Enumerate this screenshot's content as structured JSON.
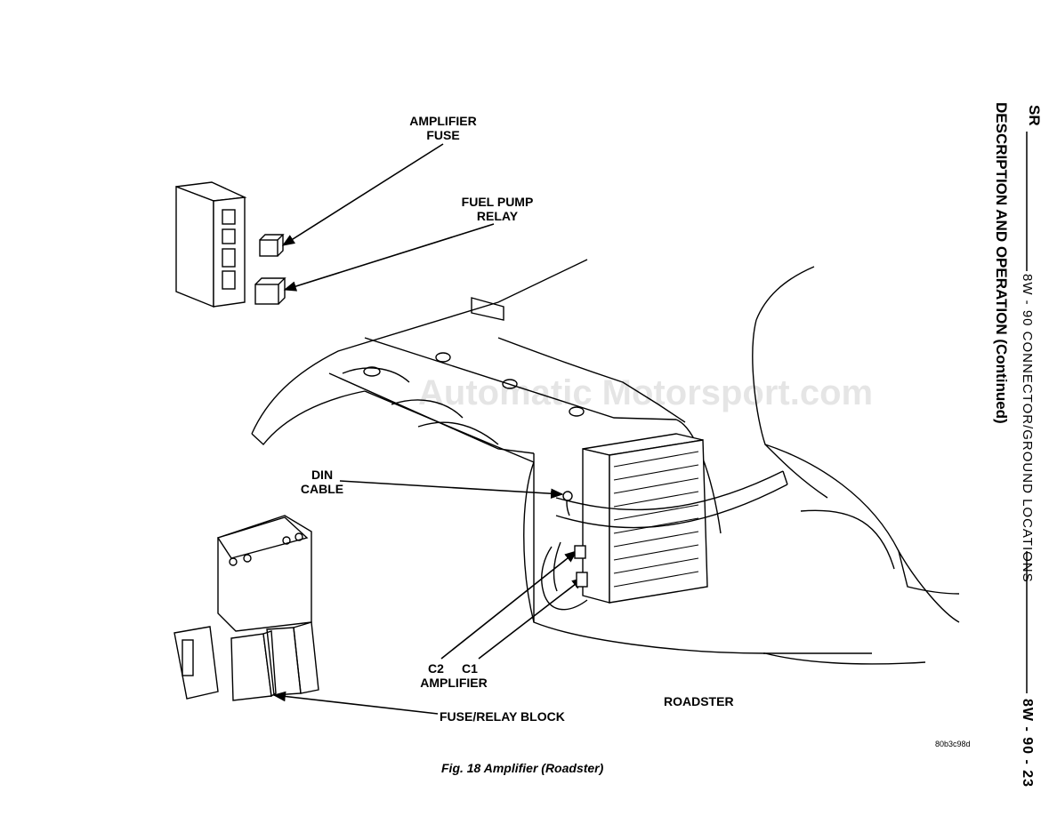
{
  "header": {
    "section_code": "SR",
    "page_ref": "8W - 90 CONNECTOR/GROUND LOCATIONS",
    "page_number": "8W - 90 - 23",
    "subtitle": "DESCRIPTION AND OPERATION (Continued)"
  },
  "labels": {
    "amplifier_fuse_1": "AMPLIFIER",
    "amplifier_fuse_2": "FUSE",
    "fuel_pump_relay_1": "FUEL PUMP",
    "fuel_pump_relay_2": "RELAY",
    "din_cable_1": "DIN",
    "din_cable_2": "CABLE",
    "c2": "C2",
    "c1": "C1",
    "amplifier": "AMPLIFIER",
    "fuse_relay_block": "FUSE/RELAY BLOCK",
    "roadster": "ROADSTER"
  },
  "figure_code": "80b3c98d",
  "caption": "Fig. 18 Amplifier (Roadster)",
  "watermark": "Automatic Motorsport.com"
}
